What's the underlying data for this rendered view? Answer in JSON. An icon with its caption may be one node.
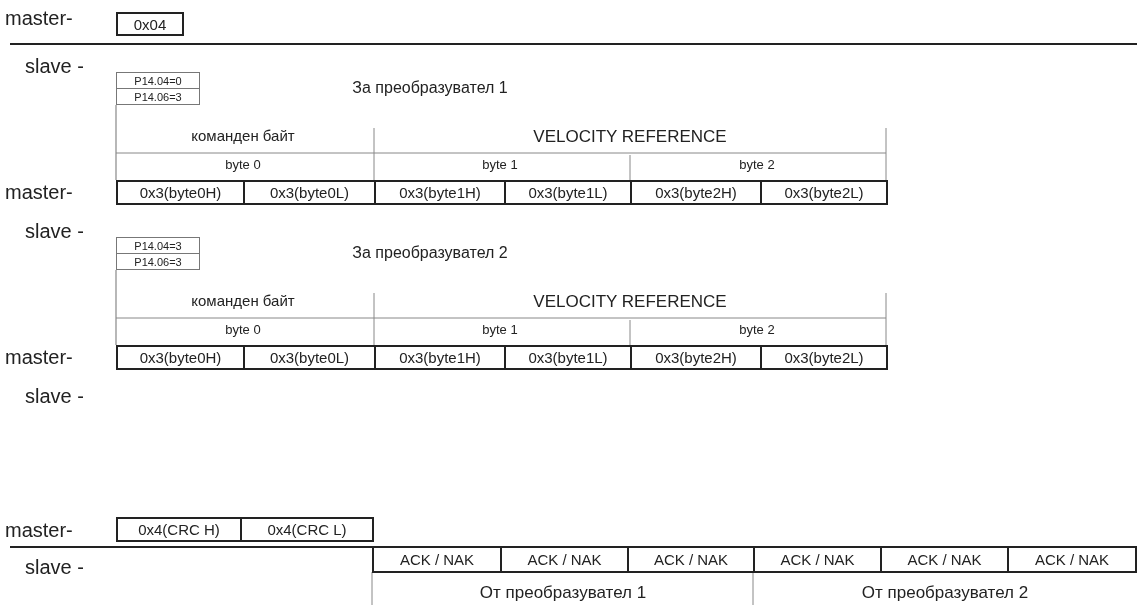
{
  "diagram": {
    "nodes": [
      {
        "text": [
          "0x04"
        ]
      },
      {
        "text": [
          "P14.04=0"
        ]
      },
      {
        "text": [
          "P14.06=3"
        ]
      },
      {
        "text": [
          "0x3(byte0H)"
        ]
      },
      {
        "text": [
          "0x3(byte0L)"
        ]
      },
      {
        "text": [
          "0x3(byte1H)"
        ]
      },
      {
        "text": [
          "0x3(byte1L)"
        ]
      },
      {
        "text": [
          "0x3(byte2H)"
        ]
      },
      {
        "text": [
          "0x3(byte2L)"
        ]
      },
      {
        "text": [
          "P14.04=3"
        ]
      },
      {
        "text": [
          "P14.06=3"
        ]
      },
      {
        "text": [
          "0x3(byte0H)"
        ]
      },
      {
        "text": [
          "0x3(byte0L)"
        ]
      },
      {
        "text": [
          "0x3(byte1H)"
        ]
      },
      {
        "text": [
          "0x3(byte1L)"
        ]
      },
      {
        "text": [
          "0x3(byte2H)"
        ]
      },
      {
        "text": [
          "0x3(byte2L)"
        ]
      },
      {
        "text": [
          "0x4(CRC H)"
        ]
      },
      {
        "text": [
          "0x4(CRC L)"
        ]
      },
      {
        "text": [
          "ACK / NAK"
        ]
      },
      {
        "text": [
          "ACK / NAK"
        ]
      },
      {
        "text": [
          "ACK / NAK"
        ]
      },
      {
        "text": [
          "ACK / NAK"
        ]
      },
      {
        "text": [
          "ACK / NAK"
        ]
      },
      {
        "text": [
          "ACK / NAK"
        ]
      }
    ],
    "edges": [],
    "labels": [
      "master-",
      "slave -",
      "За преобразувател 1",
      "команден байт",
      "VELOCITY REFERENCE",
      "byte 0",
      "byte 1",
      "byte 2",
      "master-",
      "slave -",
      "За преобразувател 2",
      "команден байт",
      "VELOCITY REFERENCE",
      "byte 0",
      "byte 1",
      "byte 2",
      "master-",
      "slave -",
      "master-",
      "slave -",
      "От преобразувател 1",
      "От преобразувател 2"
    ]
  }
}
